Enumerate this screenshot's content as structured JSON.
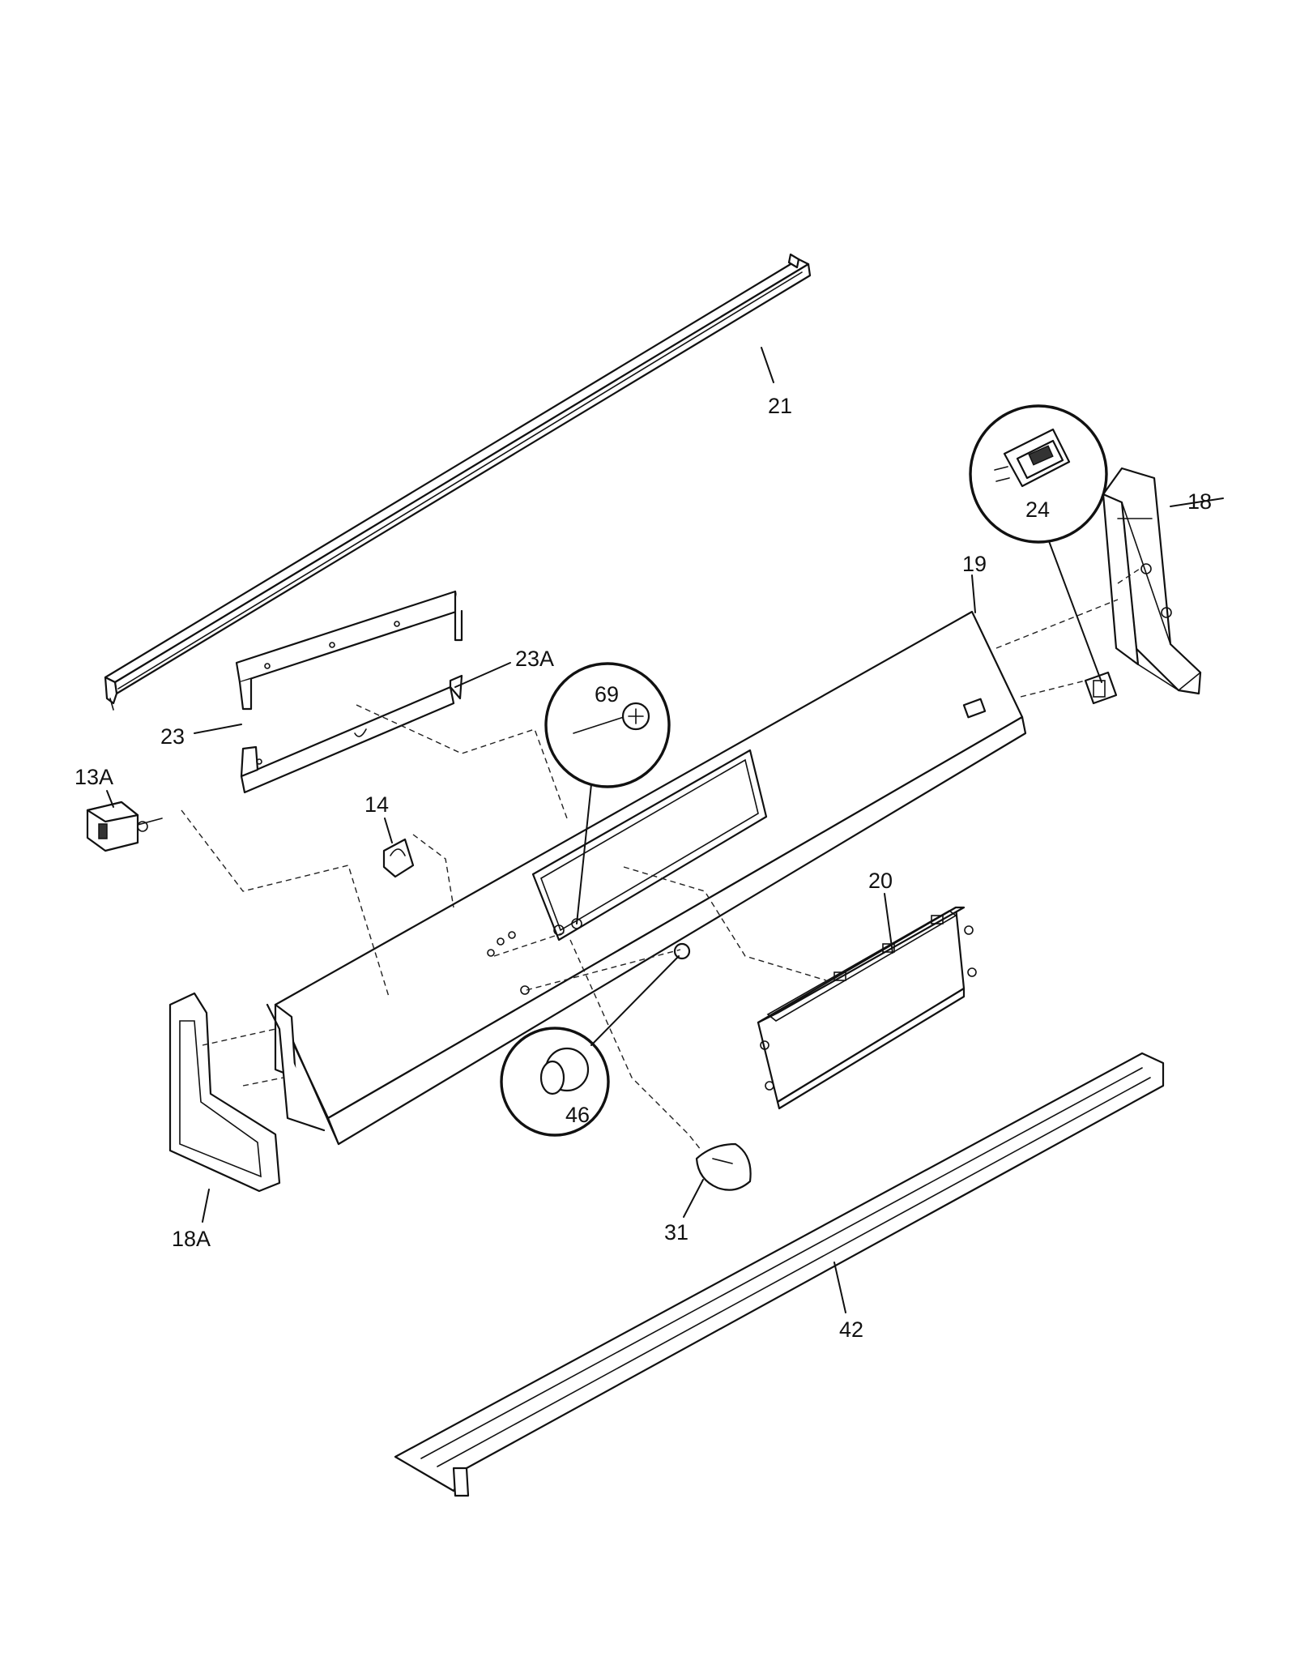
{
  "labels": {
    "p21": "21",
    "p18": "18",
    "p24": "24",
    "p19": "19",
    "p23a": "23A",
    "p69": "69",
    "p23": "23",
    "p13a": "13A",
    "p14": "14",
    "p20": "20",
    "p46": "46",
    "p18a": "18A",
    "p31": "31",
    "p42": "42"
  }
}
